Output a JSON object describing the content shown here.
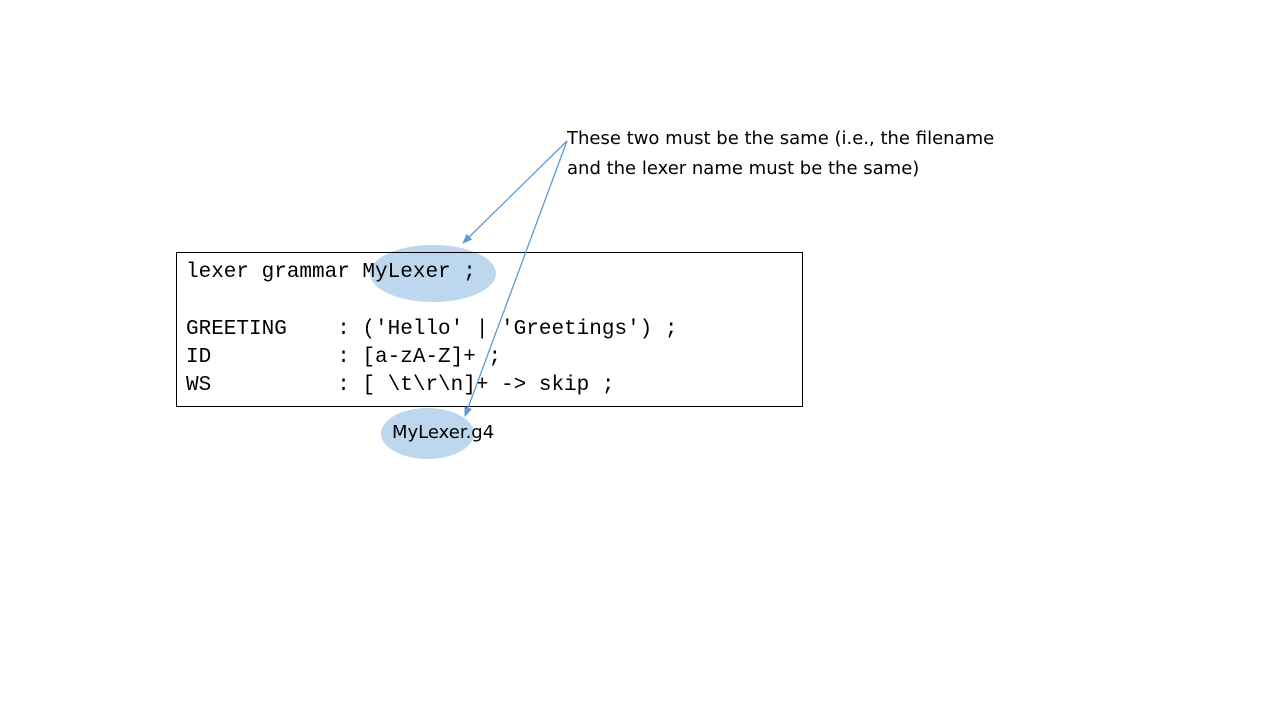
{
  "code": {
    "lines": [
      "lexer grammar MyLexer ;",
      "GREETING    : ('Hello' | 'Greetings') ;",
      "ID          : [a-zA-Z]+ ;",
      "WS          : [ \\t\\r\\n]+ -> skip ;"
    ]
  },
  "note": {
    "lines": [
      "These two must be the same (i.e., the filename",
      "and the lexer name must be the same)"
    ]
  },
  "filename": "MyLexer.g4",
  "colors": {
    "highlight": "#bdd7ee",
    "arrow": "#5b9bd5",
    "text": "#000000",
    "border": "#000000"
  }
}
